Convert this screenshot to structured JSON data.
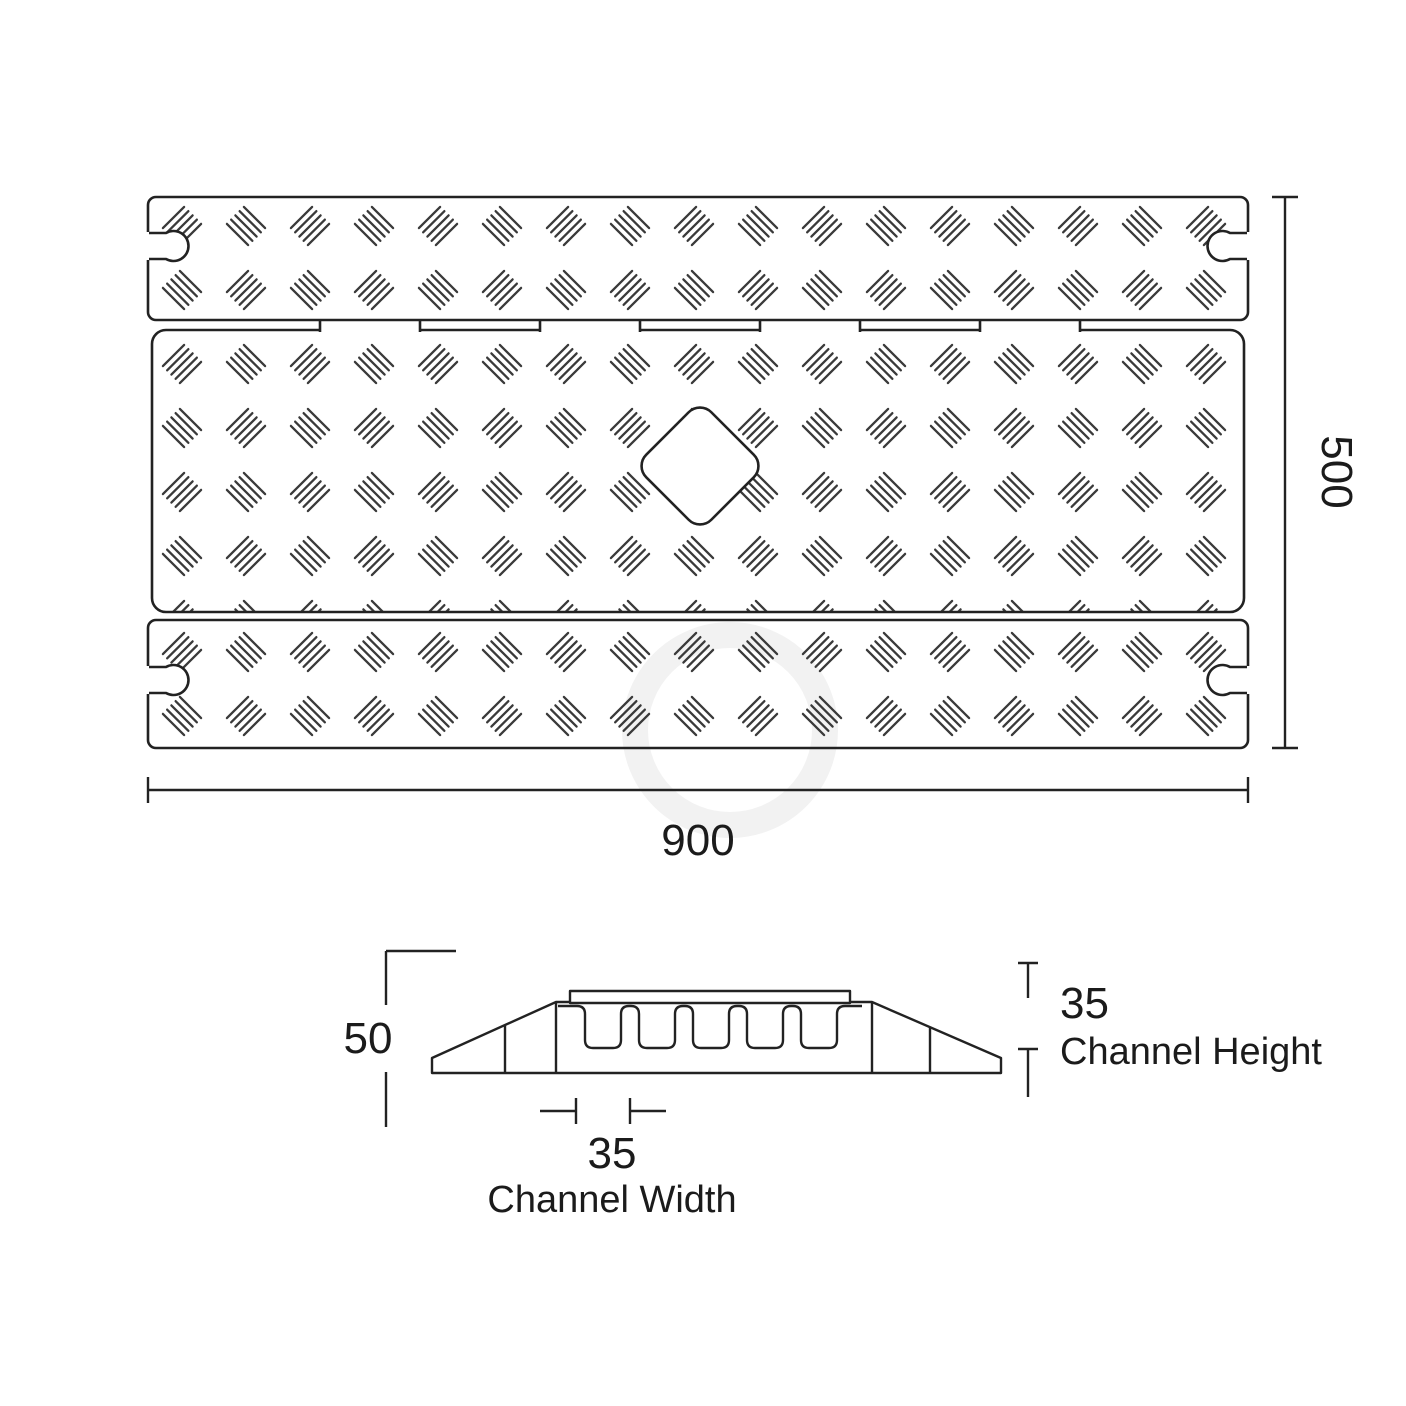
{
  "colors": {
    "line": "#222222",
    "tread": "#3a3a3a",
    "text": "#1b1b1b",
    "watermark": "#f2f2f2"
  },
  "top_view": {
    "width_dim": "900",
    "height_dim": "500"
  },
  "section_view": {
    "overall_height_dim": "50",
    "channel_height_dim": "35",
    "channel_height_caption": "Channel Height",
    "channel_width_dim": "35",
    "channel_width_caption": "Channel Width"
  }
}
